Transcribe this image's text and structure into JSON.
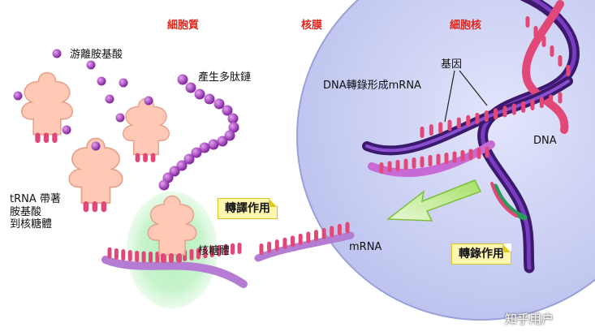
{
  "headers": {
    "cytoplasm": "細胞質",
    "nuclear_membrane": "核膜",
    "nucleus": "細胞核"
  },
  "labels": {
    "free_amino_acids": "游離胺基酸",
    "polypeptide": "產生多肽鏈",
    "trna": "tRNA 帶著\n胺基酸\n到核糖體",
    "ribosome": "核糖體",
    "mrna": "mRNA",
    "dna_to_mrna": "DNA轉錄形成mRNA",
    "gene": "基因",
    "dna": "DNA"
  },
  "tags": {
    "translation": "轉譯作用",
    "transcription": "轉錄作用"
  },
  "watermark": "知乎用户",
  "colors": {
    "header_red": "#e0261b",
    "nucleus_fill": "#cfd3f5",
    "dna_purple": "#5b2a8c",
    "strand_pink": "#e24877",
    "amino_acid": "#9b2bb8",
    "trna_body": "#ffc9b6",
    "ribosome_glow": "#9be3a6",
    "arrow_green": "#b9e87a",
    "tag_yellow": "#fff7b0"
  }
}
